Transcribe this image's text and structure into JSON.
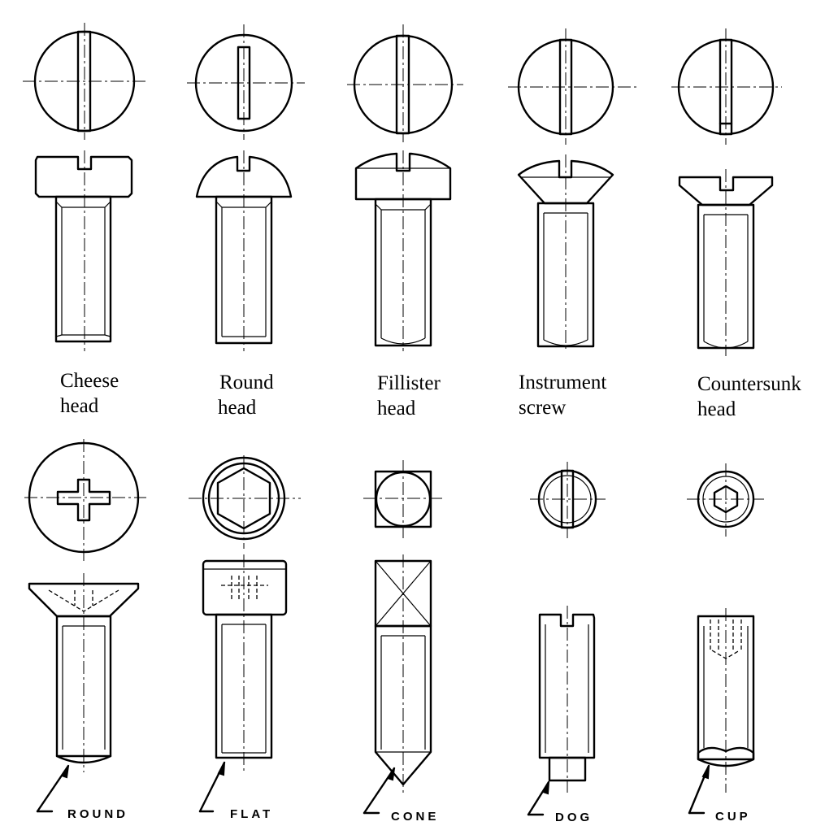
{
  "top_row": [
    {
      "name": "Cheese",
      "line2": "head"
    },
    {
      "name": "Round",
      "line2": "head"
    },
    {
      "name": "Fillister",
      "line2": "head"
    },
    {
      "name": "Instrument",
      "line2": "screw"
    },
    {
      "name": "Countersunk",
      "line2": "head"
    }
  ],
  "bottom_row": [
    {
      "point": "ROUND"
    },
    {
      "point": "FLAT"
    },
    {
      "point": "CONE"
    },
    {
      "point": "DOG"
    },
    {
      "point": "CUP"
    }
  ]
}
